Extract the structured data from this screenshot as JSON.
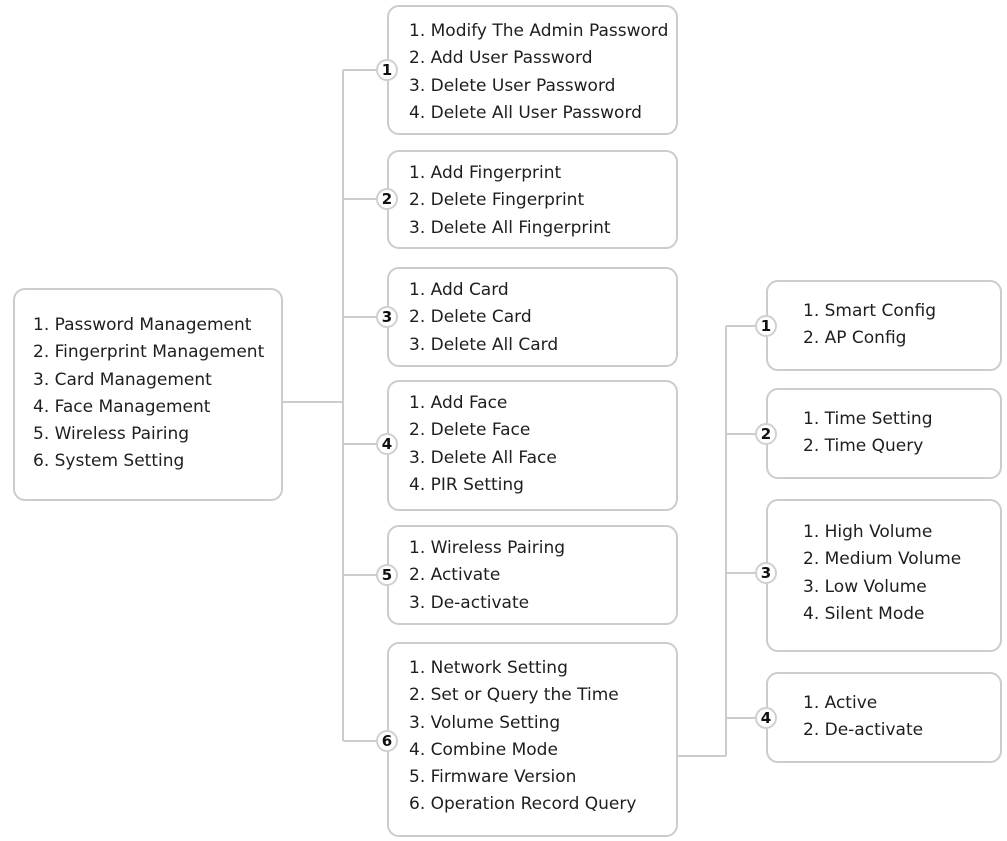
{
  "colors": {
    "line": "#cccccc",
    "box_border": "#cccccc",
    "text": "#1e1e1e"
  },
  "root": {
    "items": [
      "1. Password Management",
      "2. Fingerprint Management",
      "3. Card Management",
      "4. Face Management",
      "5. Wireless Pairing",
      "6. System Setting"
    ]
  },
  "level1": [
    {
      "badge": "1",
      "items": [
        "1. Modify The Admin Password",
        "2. Add User Password",
        "3. Delete User Password",
        "4. Delete All User Password"
      ]
    },
    {
      "badge": "2",
      "items": [
        "1. Add Fingerprint",
        "2. Delete Fingerprint",
        "3. Delete All Fingerprint"
      ]
    },
    {
      "badge": "3",
      "items": [
        "1. Add Card",
        "2. Delete Card",
        "3. Delete All Card"
      ]
    },
    {
      "badge": "4",
      "items": [
        "1. Add Face",
        "2. Delete Face",
        "3. Delete All Face",
        "4. PIR Setting"
      ]
    },
    {
      "badge": "5",
      "items": [
        "1. Wireless Pairing",
        "2. Activate",
        "3. De-activate"
      ]
    },
    {
      "badge": "6",
      "items": [
        "1. Network Setting",
        "2. Set or Query the Time",
        "3. Volume Setting",
        "4. Combine Mode",
        "5. Firmware Version",
        "6. Operation Record Query"
      ]
    }
  ],
  "level2": [
    {
      "badge": "1",
      "items": [
        "1. Smart Config",
        "2. AP Config"
      ]
    },
    {
      "badge": "2",
      "items": [
        "1. Time Setting",
        "2. Time Query"
      ]
    },
    {
      "badge": "3",
      "items": [
        "1. High Volume",
        "2. Medium Volume",
        "3. Low Volume",
        "4. Silent Mode"
      ]
    },
    {
      "badge": "4",
      "items": [
        "1. Active",
        "2. De-activate"
      ]
    }
  ]
}
